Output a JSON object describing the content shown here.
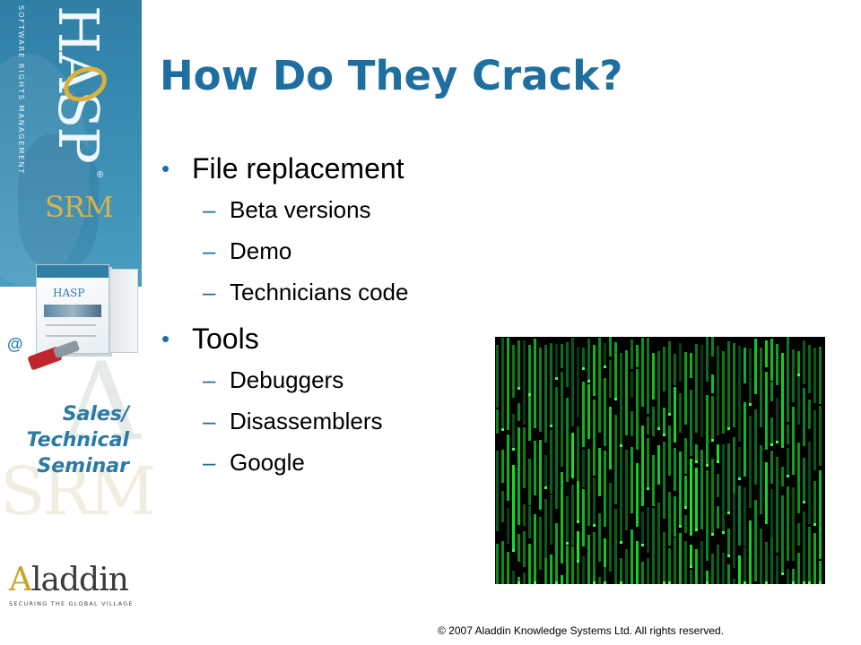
{
  "branding": {
    "hasp_letters": "HASP",
    "hasp_subtitle": "SOFTWARE RIGHTS MANAGEMENT",
    "srm_label": "SRM",
    "box_title": "HASP",
    "seminar_lines": [
      "Sales/",
      "Technical",
      "Seminar"
    ],
    "srm_ghost": "SRM",
    "aladdin_first": "A",
    "aladdin_rest": "laddin",
    "aladdin_tagline": "SECURING THE GLOBAL VILLAGE"
  },
  "slide": {
    "title": "How Do They Crack?",
    "bullets": [
      {
        "text": "File replacement",
        "subitems": [
          "Beta versions",
          "Demo",
          "Technicians code"
        ]
      },
      {
        "text": "Tools",
        "subitems": [
          "Debuggers",
          "Disassemblers",
          "Google"
        ]
      }
    ],
    "bullet_glyph": "•",
    "dash_glyph": "–"
  },
  "footer": {
    "copyright": "© 2007  Aladdin Knowledge Systems Ltd. All rights reserved."
  },
  "colors": {
    "title": "#1e6fa0",
    "bullet": "#1e6fa0",
    "brand_blue": "#2f7fa6",
    "brand_gold": "#d6b24a",
    "matrix_green": "#3cff5a"
  },
  "icons": {
    "matrix_image": "matrix-code-rain-image",
    "product_box": "hasp-product-box-image",
    "usb_key": "usb-key-image"
  }
}
